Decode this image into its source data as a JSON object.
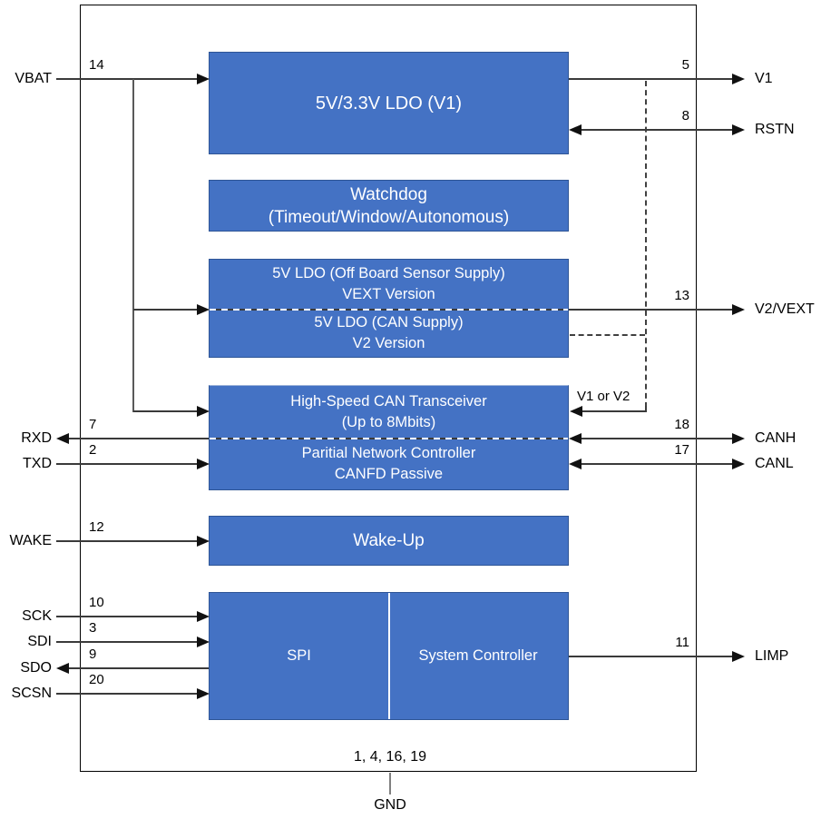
{
  "blocks": {
    "ldo_v1": {
      "label": "5V/3.3V LDO (V1)"
    },
    "watchdog": {
      "line1": "Watchdog",
      "line2": "(Timeout/Window/Autonomous)"
    },
    "ldo_ext": {
      "top1": "5V LDO (Off Board Sensor Supply)",
      "top2": "VEXT Version",
      "bot1": "5V LDO (CAN Supply)",
      "bot2": "V2 Version"
    },
    "can": {
      "top1": "High-Speed CAN Transceiver",
      "top2": "(Up to 8Mbits)",
      "bot1": "Paritial Network Controller",
      "bot2": "CANFD Passive"
    },
    "wakeup": {
      "label": "Wake-Up"
    },
    "spi": {
      "left": "SPI",
      "right": "System Controller"
    }
  },
  "pins_left": [
    {
      "name": "VBAT",
      "number": "14"
    },
    {
      "name": "RXD",
      "number": "7"
    },
    {
      "name": "TXD",
      "number": "2"
    },
    {
      "name": "WAKE",
      "number": "12"
    },
    {
      "name": "SCK",
      "number": "10"
    },
    {
      "name": "SDI",
      "number": "3"
    },
    {
      "name": "SDO",
      "number": "9"
    },
    {
      "name": "SCSN",
      "number": "20"
    }
  ],
  "pins_right": [
    {
      "name": "V1",
      "number": "5"
    },
    {
      "name": "RSTN",
      "number": "8"
    },
    {
      "name": "V2/VEXT",
      "number": "13"
    },
    {
      "name": "CANH",
      "number": "18"
    },
    {
      "name": "CANL",
      "number": "17"
    },
    {
      "name": "LIMP",
      "number": "11"
    }
  ],
  "ground": {
    "numbers": "1, 4, 16, 19",
    "label": "GND"
  },
  "annotations": {
    "v1_or_v2": "V1 or V2"
  },
  "colors": {
    "block_fill": "#4472C4",
    "block_border": "#2E5596",
    "block_text": "#FFFFFF",
    "line": "#3a3a3a",
    "boundary": "#000000"
  }
}
